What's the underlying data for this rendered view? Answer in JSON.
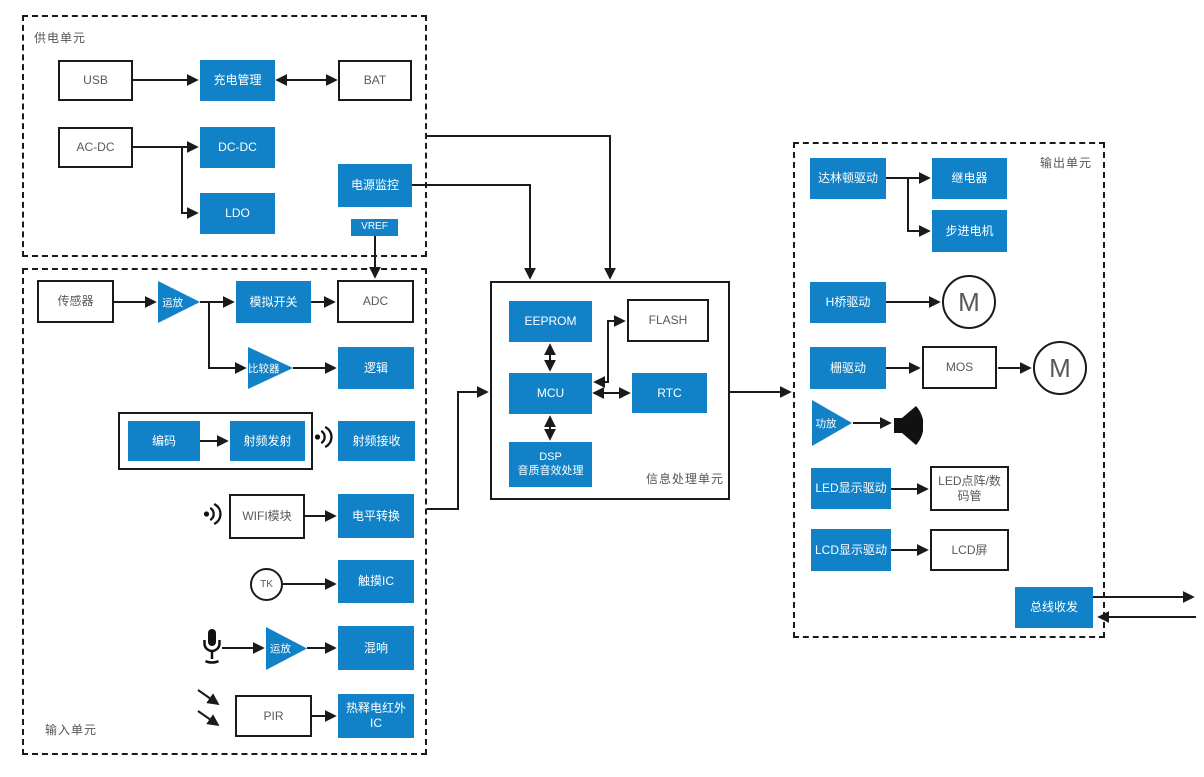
{
  "colors": {
    "accent": "#1182c8",
    "line": "#1a1a1a",
    "muted_text": "#595959"
  },
  "groups": {
    "power": {
      "label": "供电单元"
    },
    "input": {
      "label": "输入单元"
    },
    "process": {
      "label": "信息处理单元"
    },
    "output": {
      "label": "输出单元"
    }
  },
  "nodes": {
    "usb": {
      "label": "USB"
    },
    "charge_mgmt": {
      "label": "充电管理"
    },
    "bat": {
      "label": "BAT"
    },
    "ac_dc": {
      "label": "AC-DC"
    },
    "dc_dc": {
      "label": "DC-DC"
    },
    "ldo": {
      "label": "LDO"
    },
    "power_monitor": {
      "label": "电源监控"
    },
    "vref": {
      "label": "VREF"
    },
    "sensor": {
      "label": "传感器"
    },
    "opamp_top": {
      "label": "运放"
    },
    "analog_switch": {
      "label": "模拟开关"
    },
    "adc": {
      "label": "ADC"
    },
    "comparator": {
      "label": "比较器"
    },
    "logic": {
      "label": "逻辑"
    },
    "encoder": {
      "label": "编码"
    },
    "rf_tx": {
      "label": "射频发射"
    },
    "rf_rx": {
      "label": "射频接收"
    },
    "wifi_module": {
      "label": "WIFI模块"
    },
    "level_shift": {
      "label": "电平转换"
    },
    "tk": {
      "label": "TK"
    },
    "touch_ic": {
      "label": "触摸IC"
    },
    "opamp_audio": {
      "label": "运放"
    },
    "reverb": {
      "label": "混响"
    },
    "pir": {
      "label": "PIR"
    },
    "pyro_ic": {
      "label": "热释电红外IC"
    },
    "eeprom": {
      "label": "EEPROM"
    },
    "flash": {
      "label": "FLASH"
    },
    "mcu": {
      "label": "MCU"
    },
    "rtc": {
      "label": "RTC"
    },
    "dsp": {
      "line1": "DSP",
      "line2": "音质音效处理"
    },
    "darlington": {
      "label": "达林顿驱动"
    },
    "relay": {
      "label": "继电器"
    },
    "stepper": {
      "label": "步进电机"
    },
    "h_bridge": {
      "label": "H桥驱动"
    },
    "motor_a": {
      "label": "M"
    },
    "gate_drive": {
      "label": "栅驱动"
    },
    "mos": {
      "label": "MOS"
    },
    "motor_b": {
      "label": "M"
    },
    "power_amp": {
      "label": "功放"
    },
    "led_drive": {
      "label": "LED显示驱动"
    },
    "led_matrix": {
      "label": "LED点阵/数码管"
    },
    "lcd_drive": {
      "label": "LCD显示驱动"
    },
    "lcd_screen": {
      "label": "LCD屏"
    },
    "bus_transceiver": {
      "label": "总线收发"
    }
  },
  "icons": {
    "rf_signal": "wireless-signal-icon",
    "wifi_signal": "wireless-signal-icon",
    "microphone": "microphone-icon",
    "speaker": "speaker-icon",
    "infrared": "infrared-rays-icon"
  }
}
